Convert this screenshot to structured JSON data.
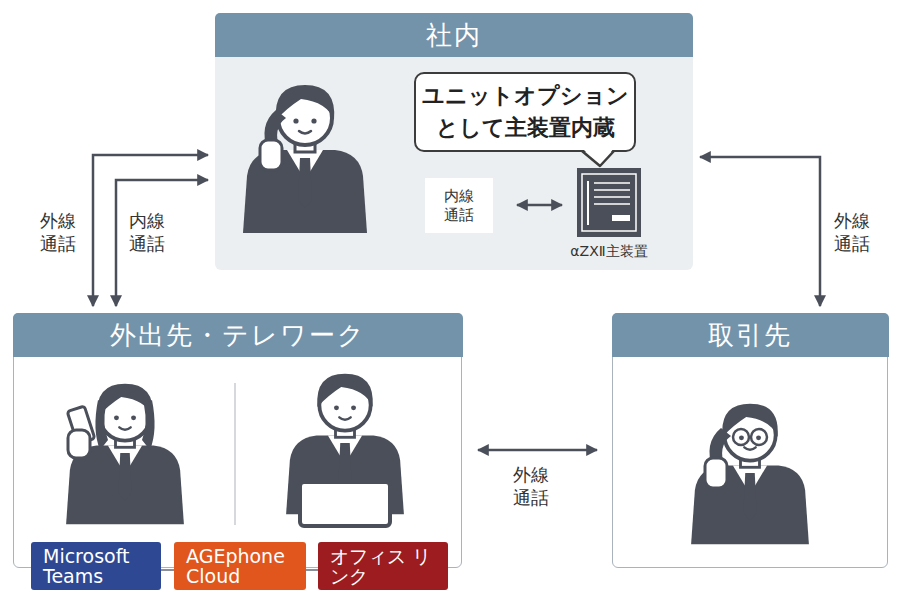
{
  "diagram": {
    "nodes": [
      {
        "text": [
          "社内"
        ]
      },
      {
        "text": [
          "ユニットオプション として主装置内蔵"
        ],
        "in": 0
      },
      {
        "text": [
          "内線 通話"
        ],
        "in": 0
      },
      {
        "text": [
          "αZXⅡ主装置"
        ],
        "in": 0
      },
      {
        "text": [
          "外出先・テレワーク"
        ]
      },
      {
        "text": [
          "Microsoft Teams"
        ],
        "in": 4
      },
      {
        "text": [
          "AGEphone Cloud"
        ],
        "in": 4
      },
      {
        "text": [
          "オフィス リンク"
        ],
        "in": 4
      },
      {
        "text": [
          "取引先"
        ]
      }
    ],
    "edges": [
      {
        "from": 4,
        "to": 0,
        "arrow": "both",
        "label": "外線 通話"
      },
      {
        "from": 4,
        "to": 0,
        "arrow": "both",
        "label": "内線 通話"
      },
      {
        "from": 2,
        "to": 3,
        "arrow": "both"
      },
      {
        "from": 0,
        "to": 8,
        "arrow": "both",
        "label": "外線 通話"
      },
      {
        "from": 4,
        "to": 8,
        "arrow": "both",
        "label": "外線 通話"
      },
      {
        "from": 5,
        "to": 6,
        "arrow": "none"
      },
      {
        "from": 6,
        "to": 7,
        "arrow": "none"
      }
    ]
  }
}
